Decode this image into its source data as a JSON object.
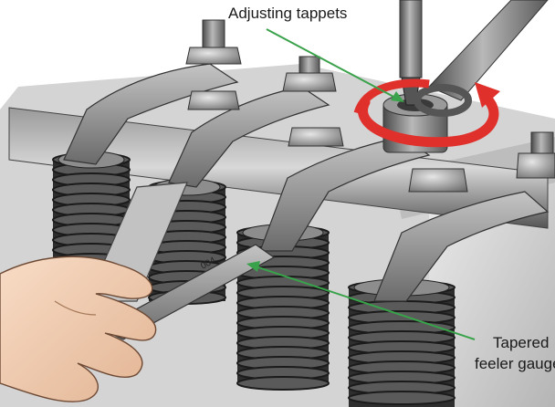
{
  "labels": {
    "adjusting_tappets": "Adjusting tappets",
    "tapered_line1": "Tapered",
    "tapered_line2": "feeler gauge"
  },
  "gauge_marking": "004",
  "colors": {
    "leader_line": "#3aa24a",
    "rotation_arrow": "#e0302c",
    "metal_dark": "#3a3a3a",
    "metal_mid": "#7a7a7a",
    "metal_light": "#c9c9c9",
    "skin": "#f3cfb4"
  },
  "icons": {
    "rotation": "circular-arrow-icon"
  }
}
